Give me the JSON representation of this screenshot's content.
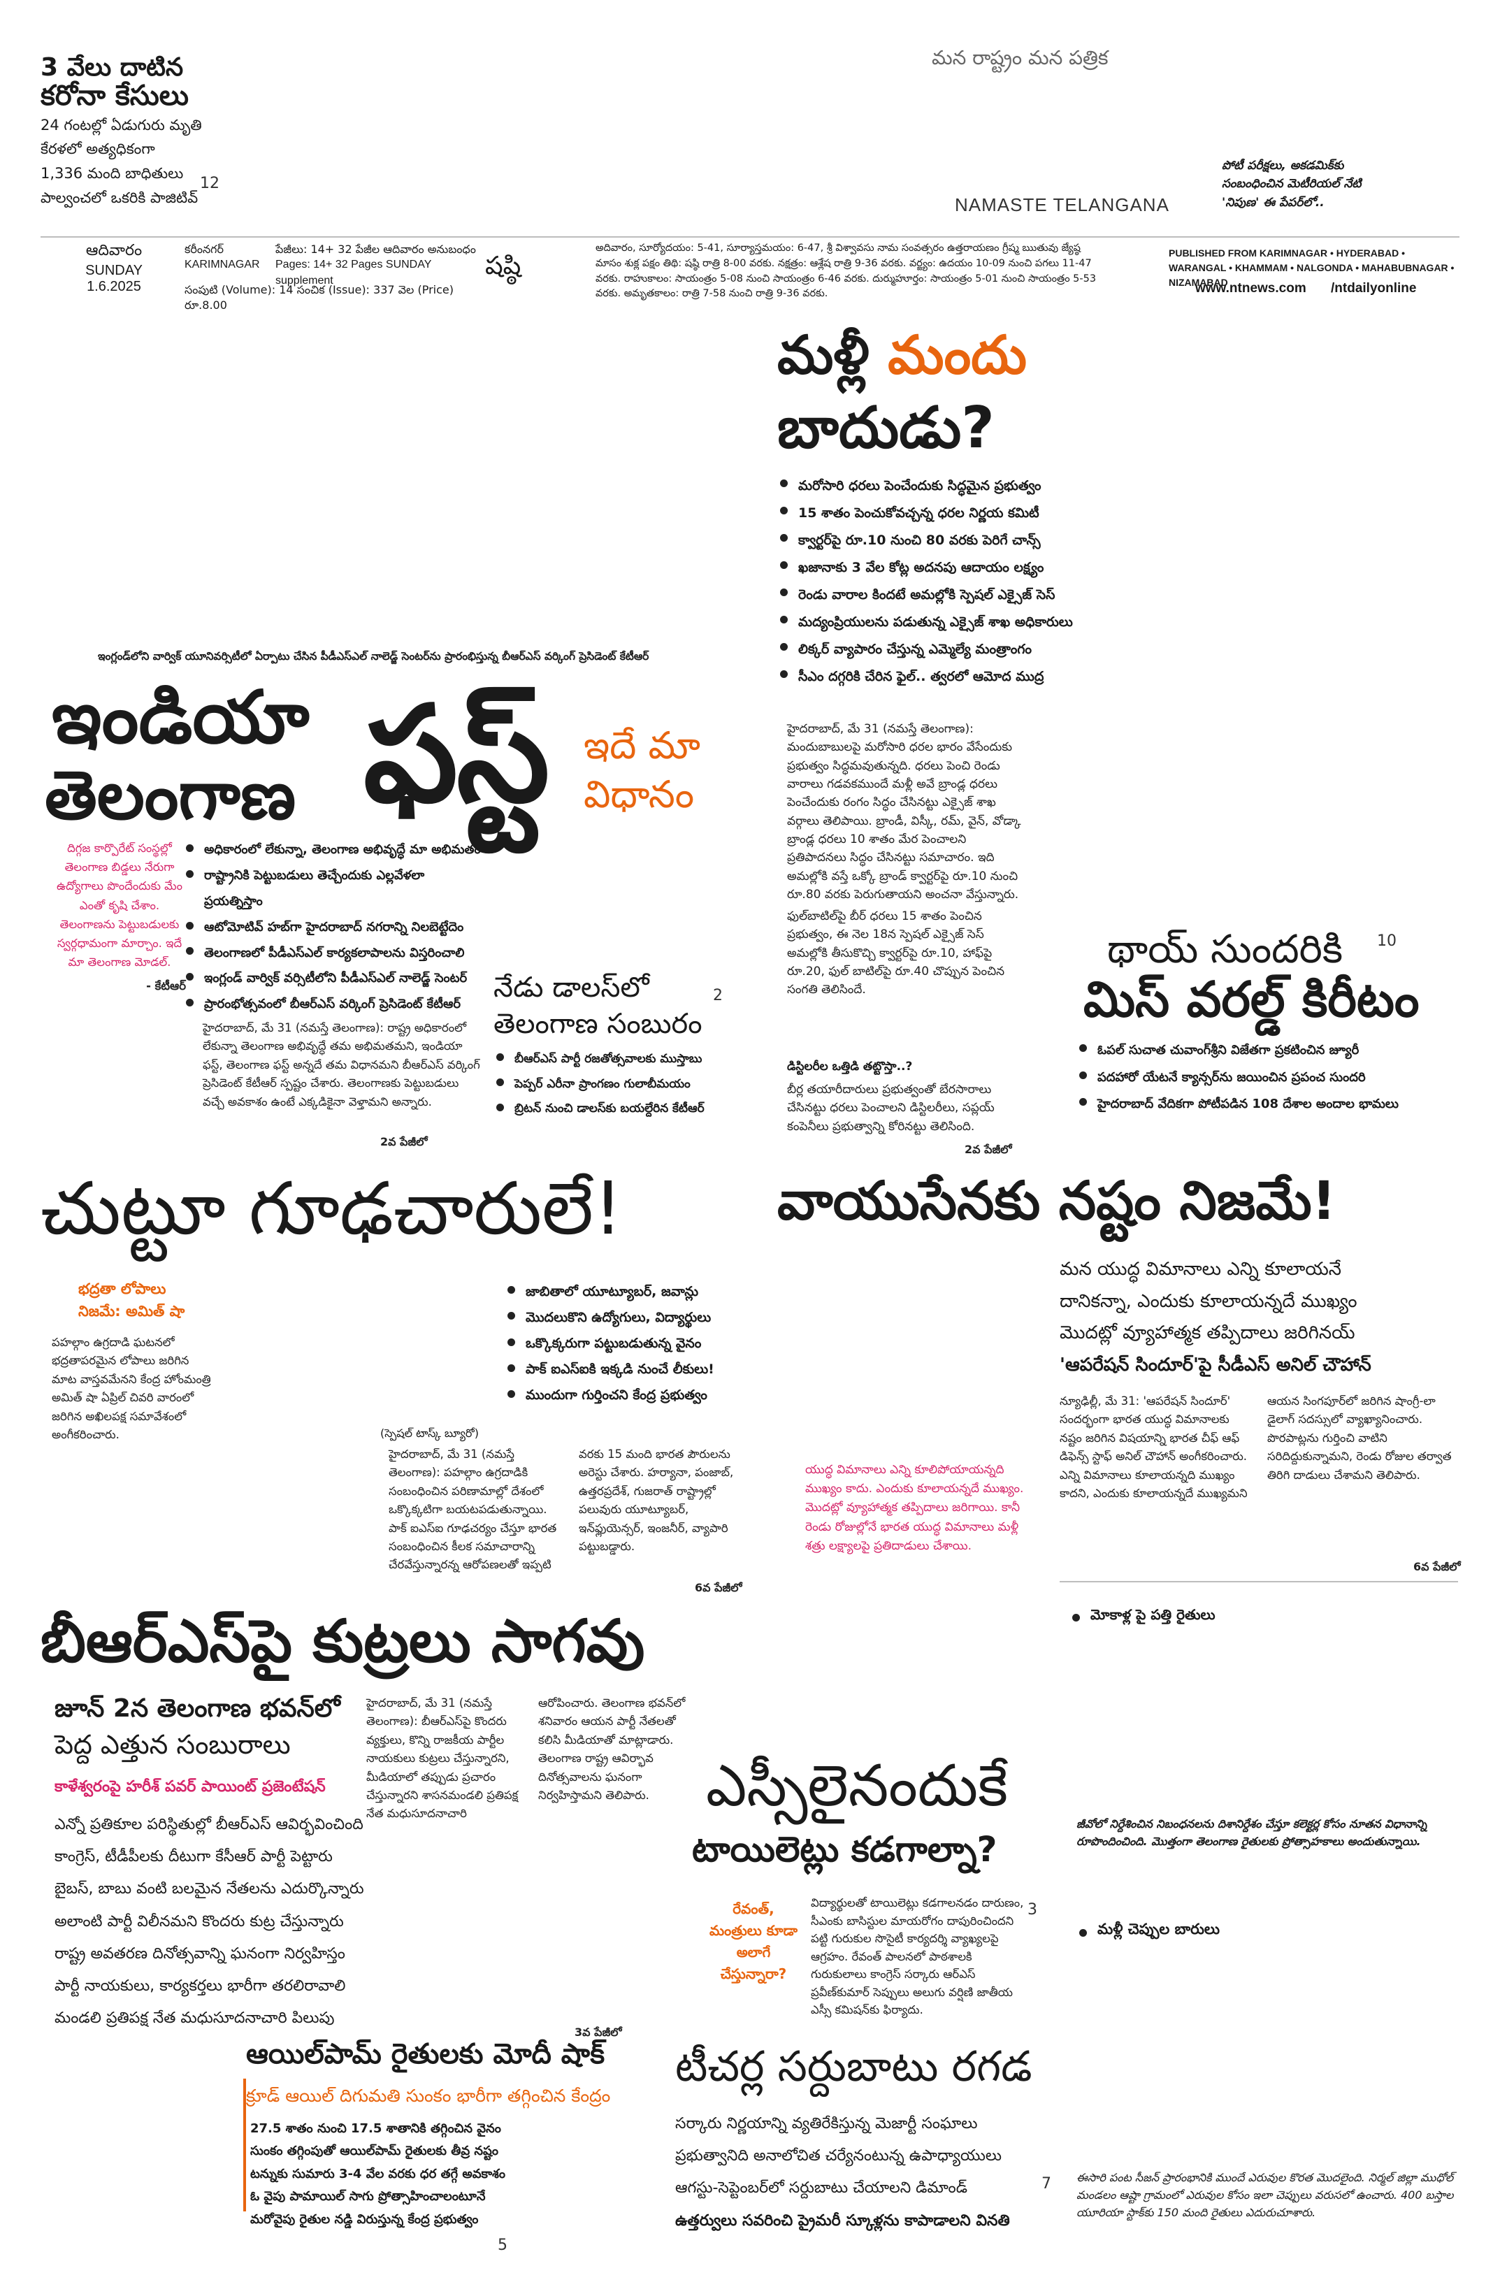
{
  "masthead": {
    "corona_title_1": "3 వేలు దాటిన",
    "corona_title_2": "కరోనా కేసులు",
    "corona_line_1": "24 గంటల్లో ఏడుగురు మృతి",
    "corona_line_2": "కేరళలో అత్యధికంగా",
    "corona_line_3": "1,336 మంది బాధితులు",
    "corona_line_4": "పాల్వంచలో ఒకరికి పాజిటివ్",
    "corona_page": "12",
    "slogan": "మన రాష్ట్రం  మన పత్రిక",
    "brand": "NAMASTE TELANGANA",
    "promo": "పోటీ పరీక్షలు, అకడమిక్‌కు సంబంధించిన మెటీరియల్ నేటి 'నిపుణ' ఈ పేపర్‌లో..",
    "day_te": "ఆదివారం",
    "day_en": "SUNDAY",
    "date": "1.6.2025",
    "edition_te": "కరీంనగర్",
    "edition_en": "KARIMNAGAR",
    "pages_te": "పేజీలు: 14+ 32 పేజీల ఆదివారం అనుబంధం",
    "pages_en": "Pages: 14+ 32 Pages SUNDAY supplement",
    "volume_line": "సంపుటి (Volume): 14   సంచిక (Issue): 337   వెల (Price) రూ.8.00",
    "tithi": "షష్ఠి",
    "panchangam": "అదివారం, సూర్యోదయం: 5-41, సూర్యాస్తమయం: 6-47, శ్రీ విశ్వావసు నామ సంవత్సరం ఉత్తరాయణం గ్రీష్మ ఋతువు జ్యేష్ఠ మాసం శుక్ల పక్షం తిథి: షష్ఠి రాత్రి 8-00 వరకు. నక్షత్రం: ఆశ్లేష రాత్రి 9-36 వరకు. వర్జ్యం: ఉదయం 10-09 నుంచి పగలు 11-47 వరకు. రాహుకాలం: సాయంత్రం 5-08 నుంచి సాయంత్రం 6-46 వరకు. దుర్ముహూర్తం: సాయంత్రం 5-01 నుంచి సాయంత్రం 5-53 వరకు. అమృతకాలం: రాత్రి 7-58 నుంచి రాత్రి 9-36 వరకు.",
    "published_from": "PUBLISHED FROM KARIMNAGAR • HYDERABAD • WARANGAL • KHAMMAM • NALGONDA • MAHABUBNAGAR • NIZAMABAD",
    "website": "www.ntnews.com",
    "social": "/ntdailyonline"
  },
  "liquor": {
    "title_1a": "మళ్లీ ",
    "title_1b": "మందు",
    "title_2": "బాదుడు?",
    "bullets": [
      "మరోసారి ధరలు పెంచేందుకు సిద్ధమైన ప్రభుత్వం",
      "15 శాతం పెంచుకోవచ్చన్న ధరల నిర్ణయ కమిటీ",
      "క్వార్టర్‌పై రూ.10 నుంచి 80 వరకు పెరిగే చాన్స్",
      "ఖజానాకు 3 వేల కోట్ల అదనపు ఆదాయం లక్ష్యం",
      "రెండు వారాల కిందటే అమల్లోకి స్పెషల్ ఎక్సైజ్ సెస్",
      "మద్యంప్రియులను పడుతున్న ఎక్సైజ్ శాఖ అధికారులు",
      "లిక్కర్ వ్యాపారం చేస్తున్న ఎమ్మెల్యే మంత్రాంగం",
      "సీఎం దగ్గరికి చేరిన ఫైల్.. త్వరలో ఆమోద ముద్ర"
    ],
    "body_1": "హైదరాబాద్, మే 31 (నమస్తే తెలంగాణ): మందుబాబులపై మరోసారి ధరల భారం వేసేందుకు ప్రభుత్వం సిద్ధమవుతున్నది. ధరలు పెంచి రెండు వారాలు గడవకముందే మళ్లీ అవే బ్రాండ్ల ధరలు పెంచేందుకు రంగం సిద్ధం చేసినట్టు ఎక్సైజ్ శాఖ వర్గాలు తెలిపాయి. బ్రాండీ, విస్కీ, రమ్, వైన్, వోడ్కా బ్రాండ్ల ధరలు 10 శాతం మేర పెంచాలని ప్రతిపాదనలు సిద్ధం చేసినట్టు సమాచారం. ఇది అమల్లోకి వస్తే ఒక్కో బ్రాండ్ క్వార్టర్‌పై రూ.10 నుంచి రూ.80 వరకు పెరుగుతాయని అంచనా వేస్తున్నారు.",
    "body_2": "ఫుల్‌బాటిల్‌పై బీర్ ధరలు 15 శాతం పెంచిన ప్రభుత్వం, ఈ నెల 18న స్పెషల్ ఎక్సైజ్ సెస్ అమల్లోకి తీసుకొచ్చి క్వార్టర్‌పై రూ.10, హాఫ్‌పై రూ.20, ఫుల్ బాటిల్‌పై రూ.40 చొప్పున పెంచిన సంగతి తెలిసిందే.",
    "sub": "డిస్టిలరీల ఒత్తిడి తట్టొస్తా..?",
    "body_3": "బీర్ల తయారీదారులు ప్రభుత్వంతో బేరసారాలు చేసినట్టు ధరలు పెంచాలని డిస్టిలరీలు, సప్లయ్ కంపెనీలు ప్రభుత్వాన్ని కోరినట్టు తెలిసింది.",
    "cont": "2వ పేజీలో"
  },
  "india_first": {
    "caption": "ఇంగ్లండ్‌లోని వార్విక్ యూనివర్సిటీలో ఏర్పాటు చేసిన పీడీఎస్ఎల్ నాలెడ్జ్ సెంటర్‌ను ప్రారంభిస్తున్న బీఆర్ఎస్ వర్కింగ్ ప్రెసిడెంట్ కేటీఆర్",
    "line_1": "ఇండియా",
    "line_2": "తెలంగాణ",
    "first": "ఫస్ట్",
    "tag_1": "ఇదే మా",
    "tag_2": "విధానం",
    "quote": "దిగ్గజ కార్పొరేట్ సంస్థల్లో తెలంగాణ బిడ్డలు నేరుగా ఉద్యోగాలు పొందేందుకు మేం ఎంతో కృషి చేశాం. తెలంగాణను పెట్టుబడులకు స్వర్గధామంగా మార్చాం. ఇదే మా తెలంగాణ మోడల్.",
    "quote_by": "- కేటీఆర్",
    "bullets": [
      "అధికారంలో లేకున్నా, తెలంగాణ అభివృద్ధే మా అభిమతం",
      "రాష్ట్రానికి పెట్టుబడులు తెచ్చేందుకు ఎల్లవేళలా ప్రయత్నిస్తాం",
      "ఆటోమోటివ్ హబ్‌గా హైదరాబాద్‌ నగరాన్ని నిలబెట్టేదెం",
      "తెలంగాణలో పీడీఎస్ఎల్ కార్యకలాపాలను విస్తరించాలి",
      "ఇంగ్లండ్ వార్విక్ వర్సిటీలోని పీడీఎస్ఎల్ నాలెడ్జ్ సెంటర్",
      "ప్రారంభోత్సవంలో బీఆర్ఎస్ వర్కింగ్ ప్రెసిడెంట్ కేటీఆర్"
    ],
    "body": "హైదరాబాద్, మే 31 (నమస్తే తెలంగాణ): రాష్ట్ర అధికారంలో లేకున్నా తెలంగాణ అభివృద్ధే తమ అభిమతమని, ఇండియా ఫస్ట్, తెలంగాణ ఫస్ట్ అన్నదే తమ విధానమని బీఆర్ఎస్ వర్కింగ్ ప్రెసిడెంట్ కేటీఆర్ స్పష్టం చేశారు. తెలంగాణకు పెట్టుబడులు వచ్చే అవకాశం ఉంటే ఎక్కడికైనా వెళ్తామని అన్నారు.",
    "cont": "2వ పేజీలో"
  },
  "dallas": {
    "title_1": "నేడు డాలస్‌లో",
    "title_2": "తెలంగాణ సంబురం",
    "page": "2",
    "bullets": [
      "బీఆర్ఎస్ పార్టీ రజతోత్సవాలకు ముస్తాబు",
      "పెప్పర్ ఎరీనా ప్రాంగణం గులాబీమయం",
      "బ్రిటన్ నుంచి డాలస్‌కు బయల్దేరిన కేటీఆర్"
    ]
  },
  "miss_world": {
    "title_1": "థాయ్ సుందరికి",
    "title_2": "మిస్ వరల్డ్ కిరీటం",
    "page": "10",
    "bullets": [
      "ఓపల్ సుచాత చువాంగ్‌శ్రీని విజేతగా ప్రకటించిన జ్యూరీ",
      "పదహారో యేటనే క్యాన్సర్‌ను జయించిన ప్రపంచ సుందరి",
      "హైదరాబాద్ వేదికగా పోటీపడిన 108 దేశాల అందాల భామలు"
    ]
  },
  "spies": {
    "title": "చుట్టూ గూఢచారులే!",
    "red_1": "భద్రతా లోపాలు",
    "red_2": "నిజమే: అమిత్ షా",
    "side_body": "పహల్గాం ఉగ్రదాడి ఘటనలో భద్రతాపరమైన లోపాలు జరిగిన మాట వాస్తవమేనని కేంద్ర హోంమంత్రి అమిత్ షా ఏప్రిల్ చివరి వారంలో జరిగిన అఖిలపక్ష సమావేశంలో అంగీకరించారు.",
    "bullets": [
      "జాబితాలో యూట్యూబర్, జవాన్లు",
      "మొదలుకొని ఉద్యోగులు, విద్యార్థులు",
      "ఒక్కొక్కరుగా పట్టుబడుతున్న వైనం",
      "పాక్ ఐఎస్ఐకి ఇక్కడి నుంచే లీకులు!",
      "ముందుగా గుర్తించని కేంద్ర ప్రభుత్వం"
    ],
    "byline": "(స్పెషల్ టాస్క్ బ్యూరో)",
    "body": "హైదరాబాద్, మే 31 (నమస్తే తెలంగాణ): పహల్గాం ఉగ్రదాడికి సంబంధించిన పరిణామాల్లో దేశంలో ఒక్కొక్కటిగా బయటపడుతున్నాయి. పాక్ ఐఎస్ఐ గూఢచర్యం చేస్తూ భారత సంబంధించిన కీలక సమాచారాన్ని చేరవేస్తున్నారన్న ఆరోపణలతో ఇప్పటి వరకు 15 మంది భారత పౌరులను అరెస్టు చేశారు. హర్యానా, పంజాబ్, ఉత్తరప్రదేశ్, గుజరాత్ రాష్ట్రాల్లో పలువురు యూట్యూబర్, ఇన్‌ఫ్లుయెన్సర్, ఇంజనీర్, వ్యాపారి పట్టుబడ్డారు.",
    "cont": "6వ పేజీలో"
  },
  "airforce": {
    "title": "వాయుసేనకు నష్టం నిజమే!",
    "lines": [
      "మన యుద్ధ విమానాలు ఎన్ని కూలాయనే",
      "దానికన్నా, ఎందుకు కూలాయన్నదే ముఖ్యం",
      "మొదట్లో వ్యూహాత్మక తప్పిదాలు జరిగినయ్",
      "'ఆపరేషన్ సిందూర్'పై సీడీఎస్ అనిల్ చౌహాన్"
    ],
    "body": "న్యూఢిల్లీ, మే 31: 'ఆపరేషన్ సిందూర్' సందర్భంగా భారత యుద్ధ విమానాలకు నష్టం జరిగిన విషయాన్ని భారత చీఫ్ ఆఫ్ డిఫెన్స్ స్టాఫ్ అనిల్ చౌహాన్ అంగీకరించారు. ఎన్ని విమానాలు కూలాయన్నది ముఖ్యం కాదని, ఎందుకు కూలాయన్నదే ముఖ్యమని ఆయన సింగపూర్‌లో జరిగిన షాంగ్రీ-లా డైలాగ్ సదస్సులో వ్యాఖ్యానించారు. పొరపాట్లను గుర్తించి వాటిని సరిదిద్దుకున్నామని, రెండు రోజుల తర్వాత తిరిగి దాడులు చేశామని తెలిపారు.",
    "pink": "యుద్ధ విమానాలు ఎన్ని కూలిపోయాయన్నది ముఖ్యం కాదు. ఎందుకు కూలాయన్నదే ముఖ్యం. మొదట్లో వ్యూహాత్మక తప్పిదాలు జరిగాయి. కానీ రెండు రోజుల్లోనే భారత యుద్ధ విమానాలు మళ్లీ శత్రు లక్ష్యాలపై ప్రతిదాడులు చేశాయి.",
    "cont": "6వ పేజీలో",
    "mini": "మోకాళ్ల పై పత్తి రైతులు"
  },
  "brs": {
    "title": "బీఆర్ఎస్‌పై కుట్రలు సాగవు",
    "sub_1": "జూన్ 2న తెలంగాణ భవన్‌లో",
    "sub_2": "పెద్ద ఎత్తున సంబురాలు",
    "red": "కాళేశ్వరంపై హరీశ్ పవర్ పాయింట్ ప్రజెంటేషన్",
    "lines": [
      "ఎన్నో ప్రతికూల పరిస్థితుల్లో బీఆర్ఎస్ ఆవిర్భవించింది",
      "కాంగ్రెస్, టీడీపీలకు దీటుగా కేసీఆర్ పార్టీ పెట్టారు",
      "బైబస్, బాబు వంటి బలమైన నేతలను ఎదుర్కొన్నారు",
      "అలాంటి పార్టీ విలీనమని కొందరు కుట్ర చేస్తున్నారు",
      "రాష్ట్ర అవతరణ దినోత్సవాన్ని ఘనంగా నిర్వహిస్తం",
      "పార్టీ నాయకులు, కార్యకర్తలు భారీగా తరలిరావాలి",
      "మండలి ప్రతిపక్ష నేత మధుసూదనాచారి పిలుపు"
    ],
    "body": "హైదరాబాద్, మే 31 (నమస్తే తెలంగాణ): బీఆర్ఎస్‌పై కొందరు వ్యక్తులు, కొన్ని రాజకీయ పార్టీల నాయకులు కుట్రలు చేస్తున్నారని, మీడియాలో తప్పుడు ప్రచారం చేస్తున్నారని శాసనమండలి ప్రతిపక్ష నేత మధుసూదనాచారి ఆరోపించారు. తెలంగాణ భవన్‌లో శనివారం ఆయన పార్టీ నేతలతో కలిసి మీడియాతో మాట్లాడారు. తెలంగాణ రాష్ట్ర ఆవిర్భావ దినోత్సవాలను ఘనంగా నిర్వహిస్తామని తెలిపారు.",
    "cont": "3వ పేజీలో"
  },
  "toilets": {
    "title_1": "ఎస్సీలైనందుకే",
    "title_2": "టాయిలెట్లు కడగాల్నా?",
    "red": "రేవంత్, మంత్రులు కూడా అలాగే చేస్తున్నారా?",
    "page": "3",
    "body": "విద్యార్థులతో టాయిలెట్లు కడగాలనడం దారుణం, సీఎంకు బాసిస్టుల మాయరోగం దాపురించిందని పట్టి గురుకుల సొసైటీ కార్యదర్శి వ్యాఖ్యలపై ఆగ్రహం. రేవంత్ పాలనలో పాఠశాలకి గురుకులాలు కాంగ్రెస్ సర్కారు ఆర్ఎస్ ప్రవీణ్‌కుమార్ సెప్పులు అలుగు వర్షిణి జాతీయ ఎస్సీ కమిషన్‌కు ఫిర్యాదు."
  },
  "right_col": {
    "note_1": "జీవోలో నిర్దేశించిన నిబంధనలను దిశానిర్దేశం చేస్తూ కలెక్టర్ల కోసం నూతన విధానాన్ని రూపొందించింది. మొత్తంగా తెలంగాణ రైతులకు ప్రోత్సాహకాలు అందుతున్నాయి.",
    "mini": "మళ్లీ చెప్పుల బారులు",
    "note_2": "ఈసారి పంట సీజన్ ప్రారంభానికి ముందే ఎరువుల కొరత మొదలైంది. నిర్మల్ జిల్లా ముధోల్ మండలం ఆష్టా గ్రామంలో ఎరువుల కోసం ఇలా చెప్పులు వరుసలో ఉంచారు. 400 బస్తాల యూరియా స్టాక్‌కు 150 మంది రైతులు ఎదురుచూశారు."
  },
  "oilpalm": {
    "title": "ఆయిల్‌పామ్ రైతులకు మోదీ షాక్",
    "sub": "క్రూడ్ ఆయిల్ దిగుమతి సుంకం భారీగా తగ్గించిన కేంద్రం",
    "bullets": [
      "27.5 శాతం నుంచి 17.5 శాతానికి తగ్గించిన వైనం",
      "సుంకం తగ్గింపుతో ఆయిల్‌పామ్ రైతులకు తీవ్ర నష్టం",
      "టన్నుకు సుమారు 3-4 వేల వరకు ధర తగ్గే అవకాశం",
      "ఓ వైపు పామాయిల్ సాగు ప్రోత్సాహించాలంటూనే",
      "మరోవైపు రైతుల నడ్డి విరుస్తున్న కేంద్ర ప్రభుత్వం"
    ],
    "page": "5"
  },
  "teachers": {
    "title": "టీచర్ల సర్దుబాటు రగడ",
    "lines": [
      "సర్కారు నిర్ణయాన్ని వ్యతిరేకిస్తున్న మెజార్టీ సంఘాలు",
      "ప్రభుత్వానిది అనాలోచిత చర్యేనంటున్న ఉపాధ్యాయులు",
      "ఆగస్టు-సెప్టెంబర్‌లో సర్దుబాటు చేయాలని డిమాండ్",
      "ఉత్తర్వులు సవరించి ప్రైమరీ స్కూళ్లను కాపాడాలని వినతి"
    ],
    "page": "7"
  }
}
